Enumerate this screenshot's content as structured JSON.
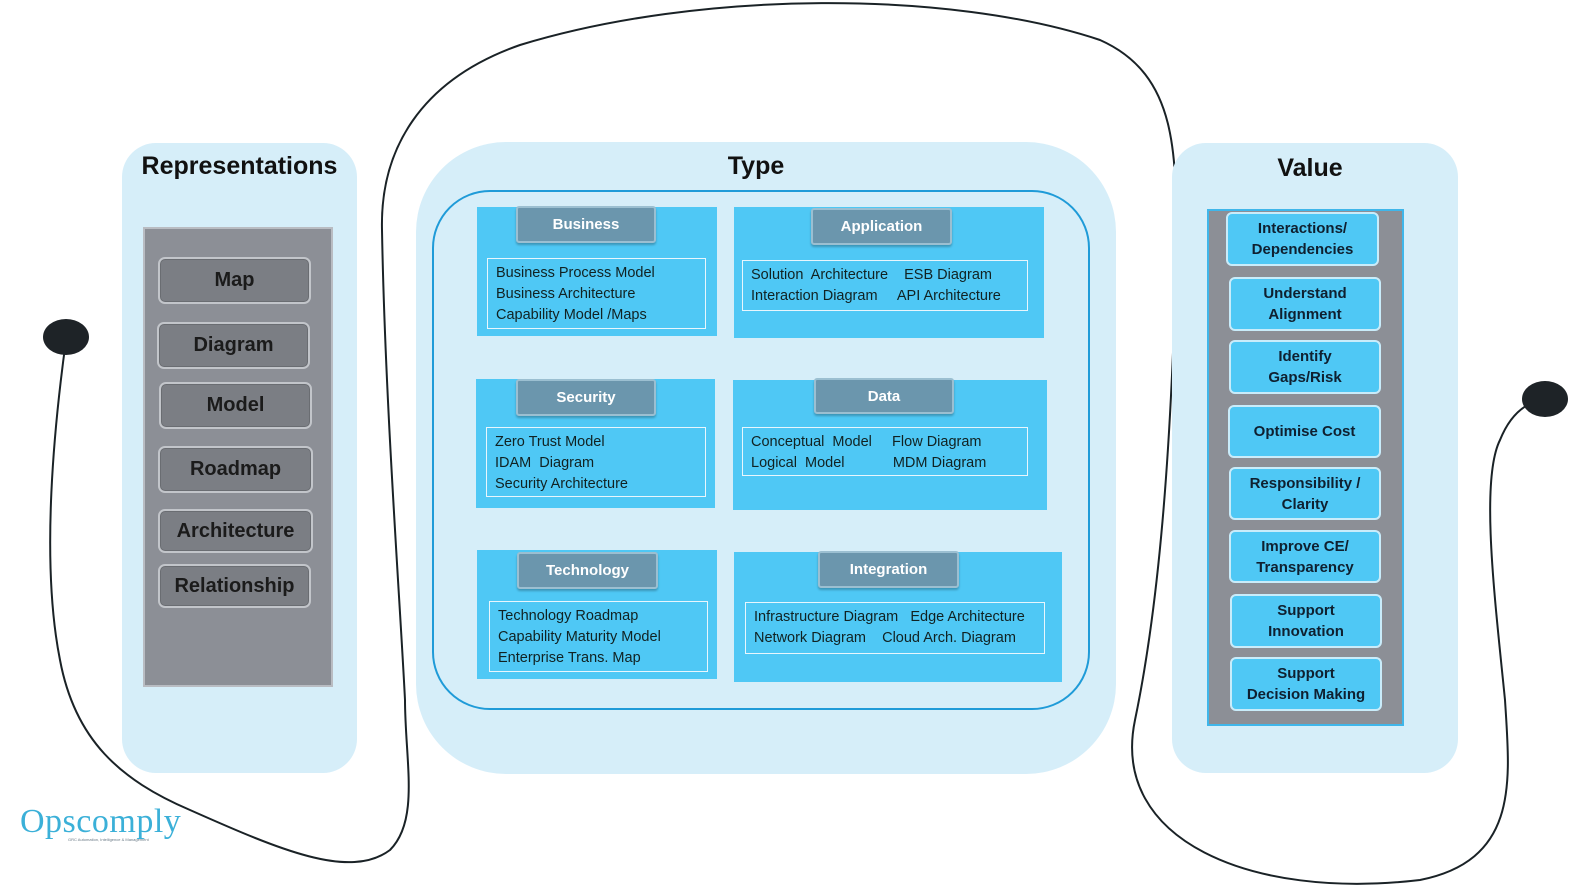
{
  "representations": {
    "title": "Representations",
    "items": [
      "Map",
      "Diagram",
      "Model",
      "Roadmap",
      "Architecture",
      "Relationship"
    ]
  },
  "type": {
    "title": "Type",
    "cards": [
      {
        "name": "Business",
        "lines": [
          "Business Process Model",
          "Business Architecture",
          "Capability Model /Maps"
        ]
      },
      {
        "name": "Application",
        "lines": [
          "Solution  Architecture    ESB Diagram",
          "Interaction Diagram     API Architecture"
        ]
      },
      {
        "name": "Security",
        "lines": [
          "Zero Trust Model",
          "IDAM  Diagram",
          "Security Architecture"
        ]
      },
      {
        "name": "Data",
        "lines": [
          "Conceptual  Model     Flow Diagram",
          "Logical  Model            MDM Diagram"
        ]
      },
      {
        "name": "Technology",
        "lines": [
          "Technology Roadmap",
          "Capability Maturity Model",
          "Enterprise Trans. Map"
        ]
      },
      {
        "name": "Integration",
        "lines": [
          "Infrastructure Diagram   Edge Architecture",
          "Network Diagram    Cloud Arch. Diagram"
        ]
      }
    ]
  },
  "value": {
    "title": "Value",
    "items": [
      [
        "Interactions/",
        "Dependencies"
      ],
      [
        "Understand",
        "Alignment"
      ],
      [
        "Identify",
        "Gaps/Risk"
      ],
      [
        "Optimise Cost"
      ],
      [
        "Responsibility /",
        "Clarity"
      ],
      [
        "Improve CE/",
        "Transparency"
      ],
      [
        "Support",
        "Innovation"
      ],
      [
        "Support",
        "Decision Making"
      ]
    ]
  },
  "logo": {
    "text": "Opscomply",
    "tagline": "GRC Automation, Intelligence & Management"
  },
  "colors": {
    "panel": "#d6eef9",
    "card": "#4fc8f5",
    "grey": "#8c8f96",
    "ring": "#1f9bd8"
  }
}
